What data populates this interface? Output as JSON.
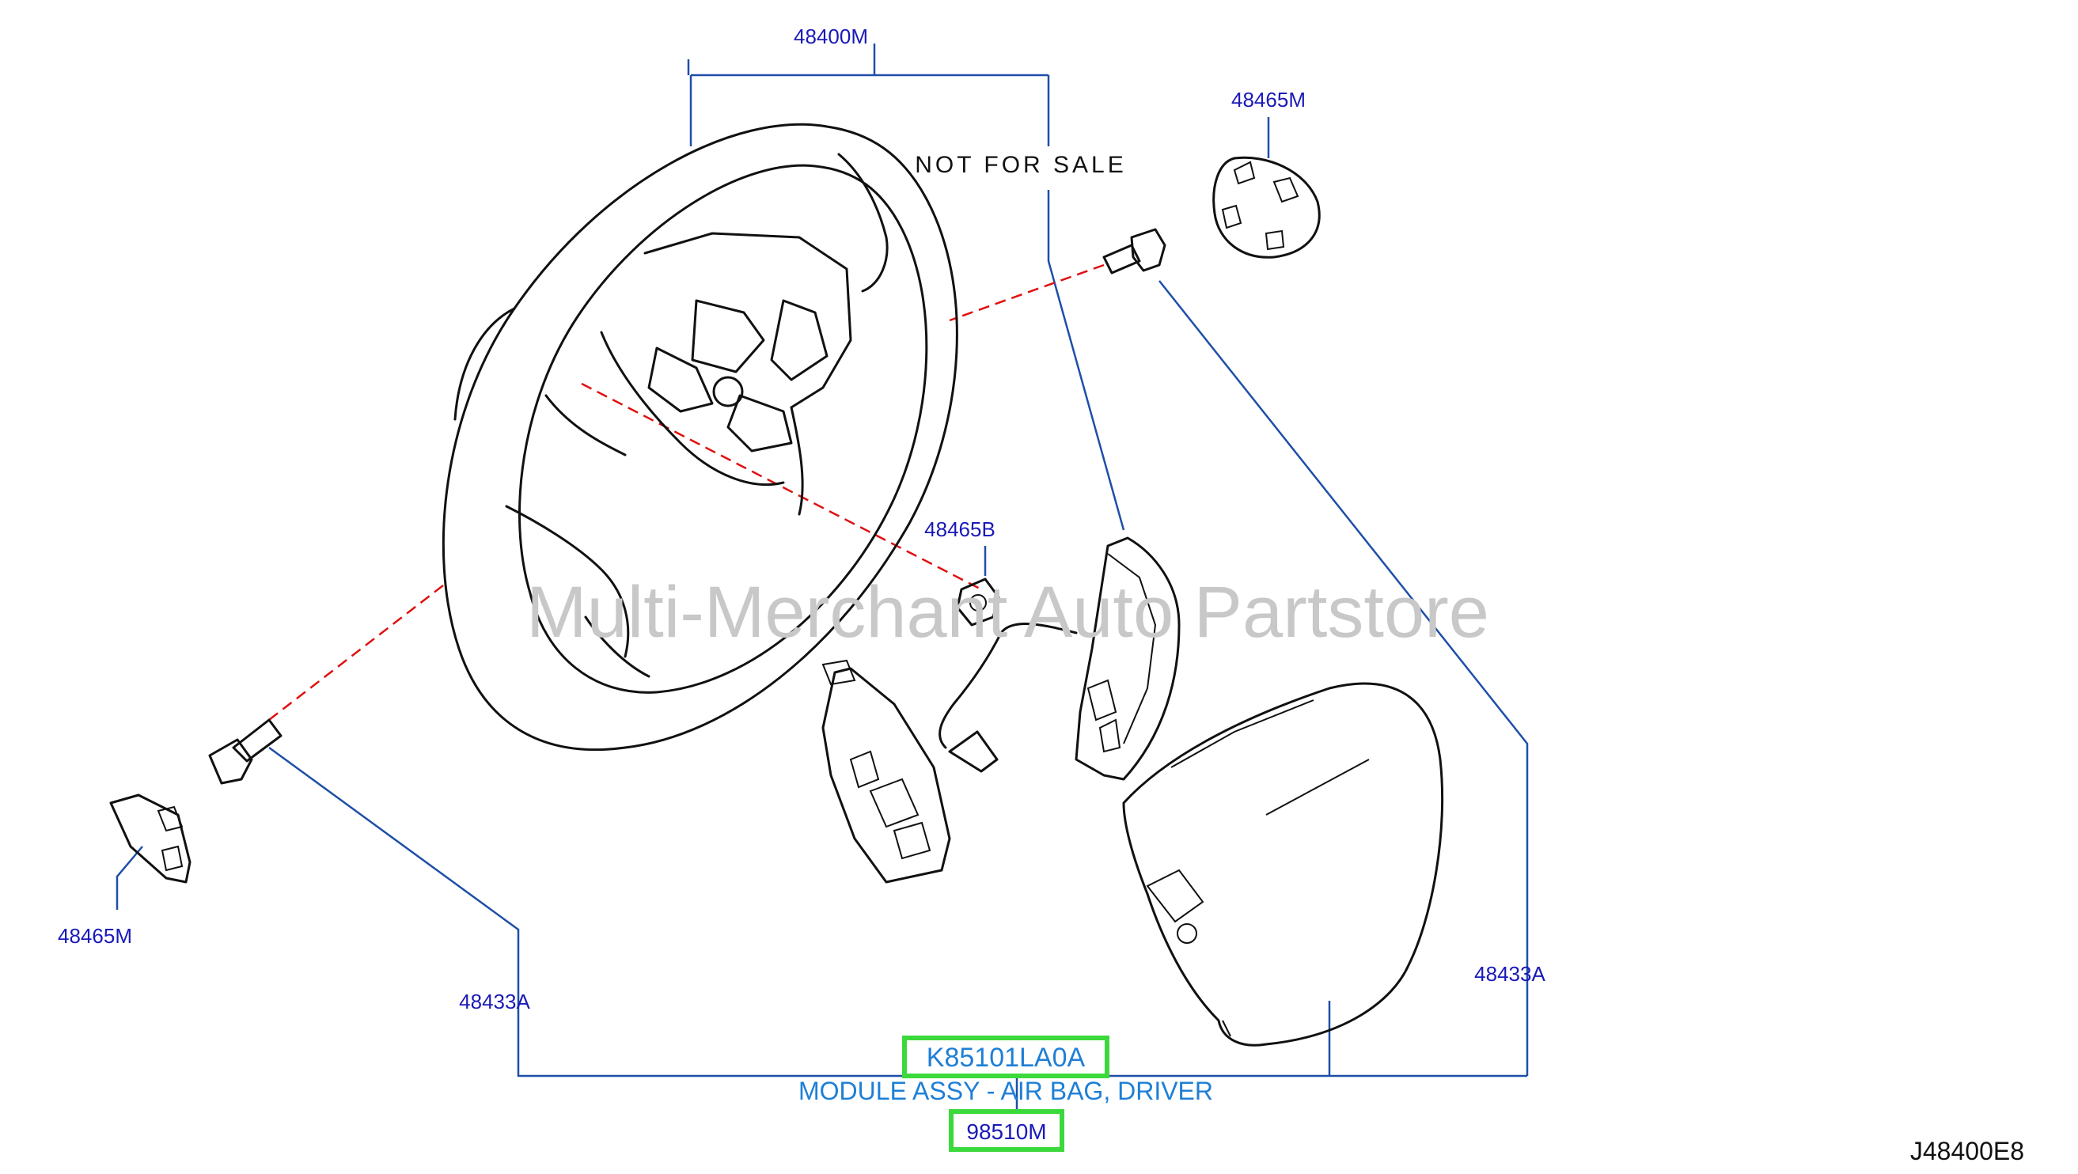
{
  "labels": {
    "top_part": "48400M",
    "not_for_sale": "NOT FOR SALE",
    "clip_top_right": "48465M",
    "nut": "48465B",
    "clip_left": "48465M",
    "bolt_left": "48433A",
    "bolt_right": "48433A",
    "part_number": "K85101LA0A",
    "part_desc": "MODULE ASSY - AIR BAG, DRIVER",
    "sub_number": "98510M",
    "diagram_ref": "J48400E8"
  },
  "watermark": "Multi-Merchant Auto Partstore",
  "colors": {
    "label_blue": "#1a1ab8",
    "highlight_green": "#3cd93c",
    "leader_blue": "#1e4fa8",
    "dash_red": "#e01010"
  }
}
